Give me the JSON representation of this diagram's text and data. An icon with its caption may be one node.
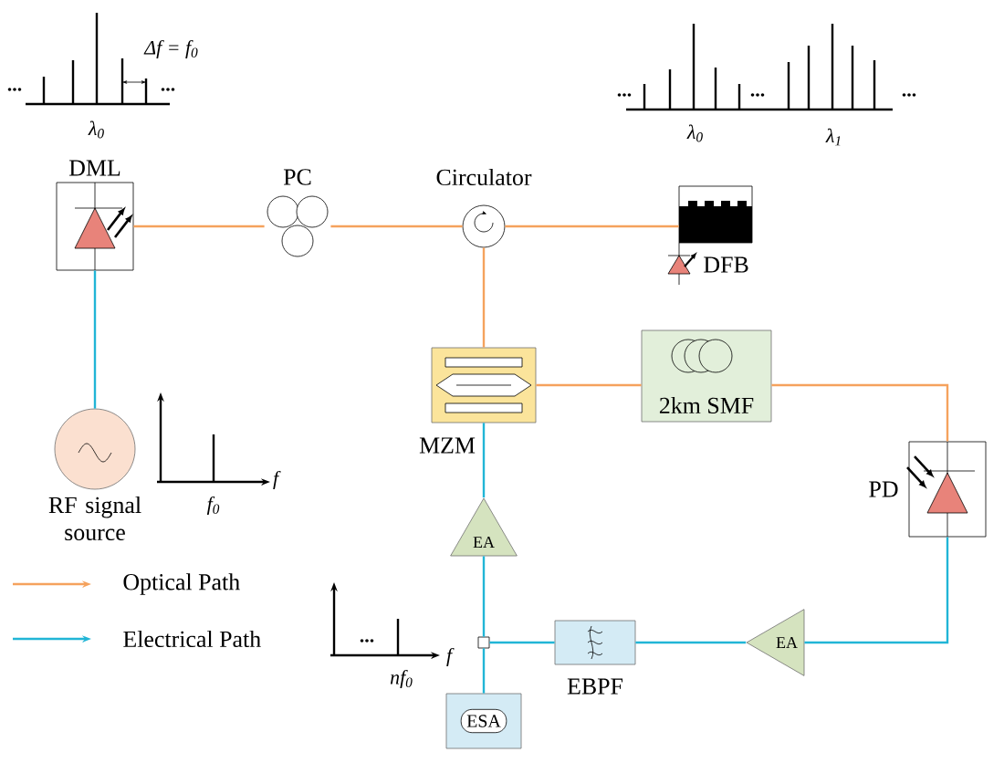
{
  "diagram": {
    "nodes": [
      {
        "text": [
          "DML"
        ]
      },
      {
        "text": [
          "PC"
        ]
      },
      {
        "text": [
          "Circulator"
        ]
      },
      {
        "text": [
          "DFB"
        ]
      },
      {
        "text": [
          "MZM"
        ]
      },
      {
        "text": [
          "2km SMF"
        ]
      },
      {
        "text": [
          "PD"
        ]
      },
      {
        "text": [
          "EA"
        ]
      },
      {
        "text": [
          "EBPF"
        ]
      },
      {
        "text": [],
        "shape": "box"
      },
      {
        "text": [
          "EA"
        ]
      },
      {
        "text": [
          "ESA"
        ]
      },
      {
        "text": [
          "RF signal source"
        ]
      }
    ],
    "edges": [
      {
        "from": 0,
        "to": 1,
        "arrow": "none",
        "color": "#f5a25d"
      },
      {
        "from": 1,
        "to": 2,
        "arrow": "none",
        "color": "#f5a25d"
      },
      {
        "from": 2,
        "to": 3,
        "arrow": "none",
        "color": "#f5a25d"
      },
      {
        "from": 2,
        "to": 4,
        "arrow": "none",
        "color": "#f5a25d"
      },
      {
        "from": 4,
        "to": 5,
        "arrow": "none",
        "color": "#f5a25d"
      },
      {
        "from": 5,
        "to": 6,
        "arrow": "none",
        "color": "#f5a25d"
      },
      {
        "from": 6,
        "to": 7,
        "arrow": "none"
      },
      {
        "from": 7,
        "to": 8,
        "arrow": "none"
      },
      {
        "from": 8,
        "to": 9,
        "arrow": "none"
      },
      {
        "from": 9,
        "to": 10,
        "arrow": "none"
      },
      {
        "from": 10,
        "to": 4,
        "arrow": "none"
      },
      {
        "from": 9,
        "to": 11,
        "arrow": "none"
      },
      {
        "from": 12,
        "to": 0,
        "arrow": "none"
      }
    ],
    "labels": [
      "Δf = f$_{0}$",
      "...",
      "...",
      "...",
      "...",
      "...",
      "λ$_{0}$",
      "λ$_{0}$",
      "λ$_{1}$",
      "f",
      "f$_{0}$",
      "...",
      "f",
      "nf$_{0}$"
    ],
    "legend": [
      {
        "text": "Optical Path",
        "color": "#f5a25d"
      },
      {
        "text": "Electrical Path",
        "color": "#21b5d6"
      }
    ]
  }
}
